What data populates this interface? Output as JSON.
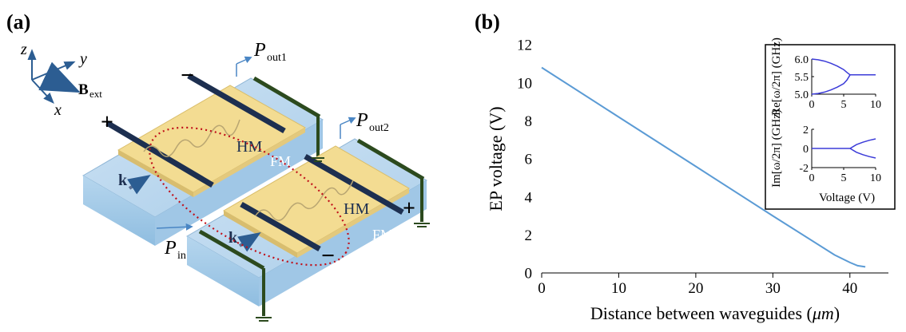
{
  "panel_a": {
    "label": "(a)",
    "axes": {
      "z": "z",
      "y": "y",
      "x": "x",
      "b_ext": "B",
      "b_ext_sub": "ext"
    },
    "labels": {
      "hm_top": "HM",
      "fm_top": "FM",
      "hm_bottom": "HM",
      "fm_bottom": "FM",
      "k_top": "k",
      "k_bottom": "k",
      "p_out1": "P",
      "p_out1_sub": "out1",
      "p_out2": "P",
      "p_out2_sub": "out2",
      "p_in": "P",
      "p_in_sub": "in",
      "plus_top": "+",
      "minus_top": "−",
      "plus_bottom": "+",
      "minus_bottom": "−"
    },
    "colors": {
      "fm": "#a9cde9",
      "hm": "#f3dc92",
      "electrode": "#1d2f50",
      "ground_line": "#2c4a1e",
      "loop": "#c0101a",
      "arrow": "#4a86c4"
    }
  },
  "panel_b": {
    "label": "(b)",
    "chart_data": [
      {
        "type": "line",
        "xlabel": "Distance between waveguides",
        "xlabel_unit": "μm",
        "ylabel": "EP voltage (V)",
        "xlim": [
          0,
          45
        ],
        "ylim": [
          0,
          12
        ],
        "xticks": [
          0,
          10,
          20,
          30,
          40
        ],
        "yticks": [
          0,
          2,
          4,
          6,
          8,
          10,
          12
        ],
        "series": [
          {
            "color": "#5b9bd5",
            "x": [
              0,
              10,
              20,
              30,
              38,
              40,
              41,
              42
            ],
            "y": [
              10.8,
              8.2,
              5.6,
              3.0,
              0.95,
              0.55,
              0.38,
              0.32
            ]
          }
        ]
      },
      {
        "type": "line",
        "ylabel": "Re[ω/2π] (GHz)",
        "xlim": [
          0,
          10
        ],
        "ylim": [
          5.0,
          6.0
        ],
        "xticks": [
          0,
          5,
          10
        ],
        "yticks": [
          5.0,
          5.5,
          6.0
        ],
        "series": [
          {
            "color": "#3b3bd8",
            "x": [
              0,
              1,
              2,
              3,
              4,
              5,
              5.5,
              6,
              7,
              8,
              9,
              10
            ],
            "y": [
              6.0,
              5.98,
              5.94,
              5.88,
              5.8,
              5.7,
              5.62,
              5.55,
              5.55,
              5.55,
              5.55,
              5.55
            ]
          },
          {
            "color": "#3b3bd8",
            "x": [
              0,
              1,
              2,
              3,
              4,
              5,
              5.5,
              6
            ],
            "y": [
              5.0,
              5.02,
              5.06,
              5.12,
              5.2,
              5.3,
              5.4,
              5.55
            ]
          }
        ]
      },
      {
        "type": "line",
        "ylabel": "Im[ω/2π] (GHz)",
        "xlabel": "Voltage (V)",
        "xlim": [
          0,
          10
        ],
        "ylim": [
          -2,
          2
        ],
        "xticks": [
          0,
          5,
          10
        ],
        "yticks": [
          -2,
          0,
          2
        ],
        "series": [
          {
            "color": "#3b3bd8",
            "x": [
              0,
              5,
              5.5,
              6,
              7,
              8,
              9,
              10
            ],
            "y": [
              0,
              0,
              0,
              0,
              0.4,
              0.65,
              0.85,
              1.0
            ]
          },
          {
            "color": "#3b3bd8",
            "x": [
              6,
              7,
              8,
              9,
              10
            ],
            "y": [
              0,
              -0.4,
              -0.65,
              -0.85,
              -1.0
            ]
          }
        ]
      }
    ]
  }
}
